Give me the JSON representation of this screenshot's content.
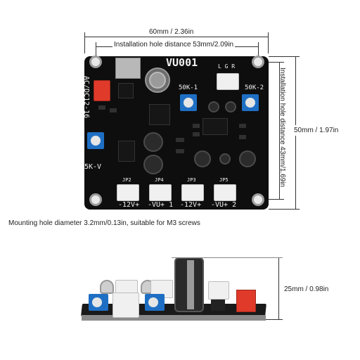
{
  "labels": {
    "width": "60mm / 2.36in",
    "install_h": "Installation hole distance 53mm/2.09in",
    "install_v": "Installation hole distance 43mm/1.69in",
    "height": "50mm / 1.97in",
    "mounting": "Mounting hole diameter 3.2mm/0.13in, suitable for M3 screws",
    "thickness": "25mm / 0.98in"
  },
  "board": {
    "model": "VU001",
    "power": "AC/DC12-16",
    "pot_left": "50K-1",
    "pot_right": "50K-2",
    "pot_bias": "5K-V",
    "lgr": "L G R",
    "connectors": [
      "-12V+",
      "-VU+ 1",
      "-12V+",
      "-VU+ 2"
    ],
    "jp_labels": [
      "JP2",
      "JP4",
      "JP3",
      "JP5"
    ]
  },
  "colors": {
    "pcb": "#0e0e0e",
    "pot": "#1e6fc4",
    "power_jack": "#e03a2a"
  }
}
